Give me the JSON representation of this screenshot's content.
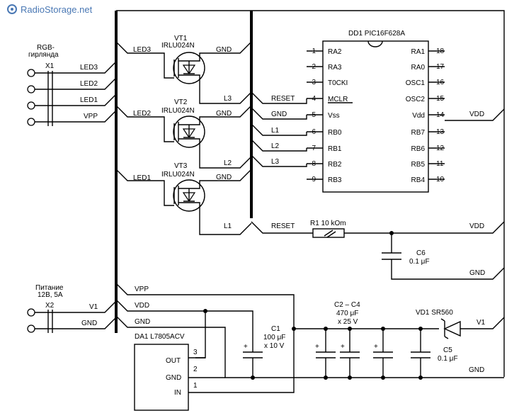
{
  "logo": {
    "text": "RadioStorage.net",
    "color": "#4a78b4"
  },
  "mcu": {
    "ref": "DD1 PIC16F628A",
    "left_pins": [
      {
        "num": "1",
        "name": "RA2"
      },
      {
        "num": "2",
        "name": "RA3"
      },
      {
        "num": "3",
        "name": "T0CKI"
      },
      {
        "num": "4",
        "name": "MCLR"
      },
      {
        "num": "5",
        "name": "Vss"
      },
      {
        "num": "6",
        "name": "RB0"
      },
      {
        "num": "7",
        "name": "RB1"
      },
      {
        "num": "8",
        "name": "RB2"
      },
      {
        "num": "9",
        "name": "RB3"
      }
    ],
    "right_pins": [
      {
        "num": "18",
        "name": "RA1"
      },
      {
        "num": "17",
        "name": "RA0"
      },
      {
        "num": "16",
        "name": "OSC1"
      },
      {
        "num": "15",
        "name": "OSC2"
      },
      {
        "num": "14",
        "name": "Vdd"
      },
      {
        "num": "13",
        "name": "RB7"
      },
      {
        "num": "12",
        "name": "RB6"
      },
      {
        "num": "11",
        "name": "RB5"
      },
      {
        "num": "10",
        "name": "RB4"
      }
    ],
    "left_nets": [
      "RESET",
      "GND",
      "L1",
      "L2",
      "L3"
    ],
    "vdd_net": "VDD"
  },
  "x1": {
    "title": "RGB-\nгирлянда",
    "ref": "X1",
    "nets": [
      "LED3",
      "LED2",
      "LED1",
      "VPP"
    ]
  },
  "x2": {
    "title": "Питание\n12В, 5А",
    "ref": "X2",
    "nets": [
      "V1",
      "GND"
    ]
  },
  "transistors": [
    {
      "ref": "VT1",
      "part": "IRLU024N",
      "gate": "LED3",
      "source": "GND",
      "drain": "L3"
    },
    {
      "ref": "VT2",
      "part": "IRLU024N",
      "gate": "LED2",
      "source": "GND",
      "drain": "L2"
    },
    {
      "ref": "VT3",
      "part": "IRLU024N",
      "gate": "LED1",
      "source": "GND",
      "drain": "L1"
    }
  ],
  "r1": {
    "label": "R1 10 kOm",
    "left_net": "RESET",
    "right_net": "VDD"
  },
  "c6": {
    "ref": "C6",
    "value": "0.1 μF",
    "net": "GND"
  },
  "bus_nets": [
    "VPP",
    "VDD",
    "GND"
  ],
  "regulator": {
    "ref": "DA1 L7805ACV",
    "pins": [
      {
        "num": "3",
        "name": "OUT"
      },
      {
        "num": "2",
        "name": "GND"
      },
      {
        "num": "1",
        "name": "IN"
      }
    ]
  },
  "c1": {
    "ref": "C1",
    "value": "100 μF",
    "voltage": "x 10 V"
  },
  "c2c4": {
    "ref": "C2 – C4",
    "value": "470 μF",
    "voltage": "x 25 V"
  },
  "vd1": {
    "ref": "VD1 SR560",
    "net": "V1"
  },
  "c5": {
    "ref": "C5",
    "value": "0.1 μF",
    "net": "GND"
  }
}
